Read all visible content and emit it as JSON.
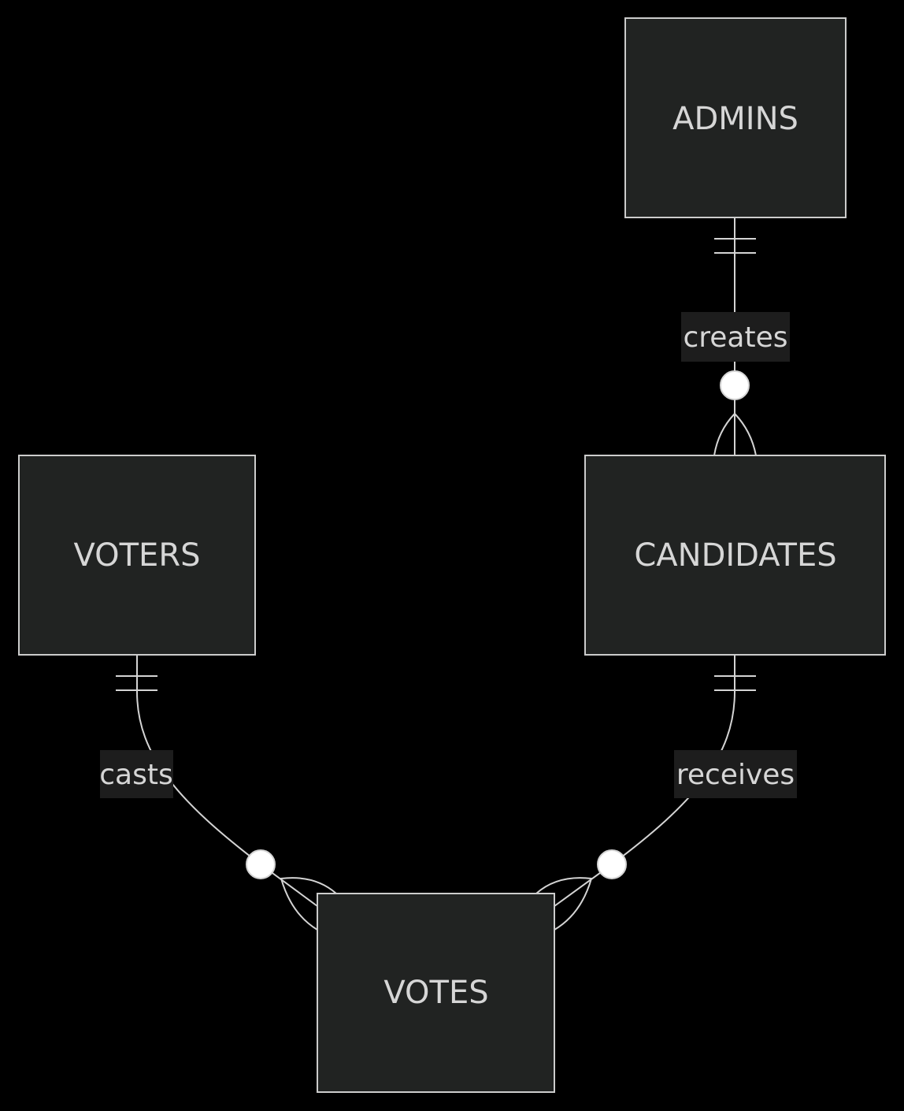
{
  "diagram": {
    "type": "entity-relationship",
    "entities": {
      "admins": "ADMINS",
      "voters": "VOTERS",
      "candidates": "CANDIDATES",
      "votes": "VOTES"
    },
    "relationships": [
      {
        "from": "ADMINS",
        "to": "CANDIDATES",
        "label": "creates",
        "from_cardinality": "exactly-one",
        "to_cardinality": "zero-or-many"
      },
      {
        "from": "VOTERS",
        "to": "VOTES",
        "label": "casts",
        "from_cardinality": "exactly-one",
        "to_cardinality": "zero-or-many"
      },
      {
        "from": "CANDIDATES",
        "to": "VOTES",
        "label": "receives",
        "from_cardinality": "exactly-one",
        "to_cardinality": "zero-or-many"
      }
    ],
    "colors": {
      "background": "#000000",
      "entity_fill": "#212322",
      "entity_stroke": "#cccccc",
      "text": "#d6d6d6",
      "line": "#d4d4d4"
    }
  }
}
